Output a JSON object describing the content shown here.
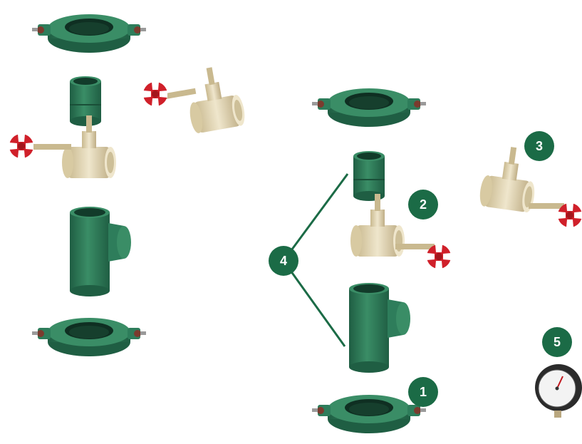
{
  "colors": {
    "pvc_green": "#2e7d5b",
    "pvc_green_dark": "#1f5e43",
    "pvc_green_light": "#4fa07a",
    "brass": "#e4d8b8",
    "brass_dark": "#b9a77f",
    "handwheel_red": "#d0202a",
    "badge_green": "#1b6b46",
    "gauge_body": "#2b2b2b",
    "leader_line": "#1b6b46"
  },
  "callouts": [
    {
      "id": "1",
      "label": "1"
    },
    {
      "id": "2",
      "label": "2"
    },
    {
      "id": "3",
      "label": "3"
    },
    {
      "id": "4",
      "label": "4"
    },
    {
      "id": "5",
      "label": "5"
    }
  ]
}
